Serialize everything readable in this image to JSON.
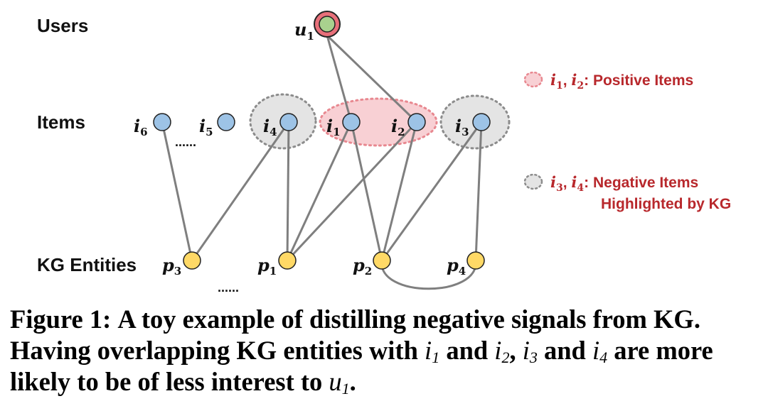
{
  "rows": {
    "users": "Users",
    "items": "Items",
    "entities": "KG Entities"
  },
  "nodes": {
    "u1": {
      "base": "u",
      "sub": "1"
    },
    "i1": {
      "base": "i",
      "sub": "1"
    },
    "i2": {
      "base": "i",
      "sub": "2"
    },
    "i3": {
      "base": "i",
      "sub": "3"
    },
    "i4": {
      "base": "i",
      "sub": "4"
    },
    "i5": {
      "base": "i",
      "sub": "5"
    },
    "i6": {
      "base": "i",
      "sub": "6"
    },
    "p1": {
      "base": "p",
      "sub": "1"
    },
    "p2": {
      "base": "p",
      "sub": "2"
    },
    "p3": {
      "base": "p",
      "sub": "3"
    },
    "p4": {
      "base": "p",
      "sub": "4"
    }
  },
  "ellipsis": "......",
  "legend": {
    "positive": {
      "a": {
        "base": "i",
        "sub": "1"
      },
      "b": {
        "base": "i",
        "sub": "2"
      },
      "text": ": Positive Items"
    },
    "negative": {
      "a": {
        "base": "i",
        "sub": "3"
      },
      "b": {
        "base": "i",
        "sub": "4"
      },
      "text_line1": ": Negative Items",
      "text_line2": "Highlighted by KG"
    }
  },
  "caption": {
    "label": "Figure 1:",
    "part1": "A toy example of distilling negative signals from KG. Having overlapping KG entities with",
    "m1": {
      "base": "i",
      "sub": "1"
    },
    "and1": "and",
    "m2": {
      "base": "i",
      "sub": "2"
    },
    "comma": ",",
    "m3": {
      "base": "i",
      "sub": "3"
    },
    "and2": "and",
    "m4": {
      "base": "i",
      "sub": "4"
    },
    "part2": "are more likely to be of less interest to",
    "m5": {
      "base": "u",
      "sub": "1"
    },
    "end": "."
  },
  "colors": {
    "edge": "#7f7f7f",
    "item_fill": "#9dc3e6",
    "entity_fill": "#ffd966",
    "user_inner": "#a9d18e",
    "user_ring": "#e8707a",
    "positive_fill": "#f8d0d4",
    "positive_border": "#e88890",
    "negative_fill": "#e4e4e4",
    "negative_border": "#8c8c8c",
    "legend_text": "#b8282c"
  }
}
